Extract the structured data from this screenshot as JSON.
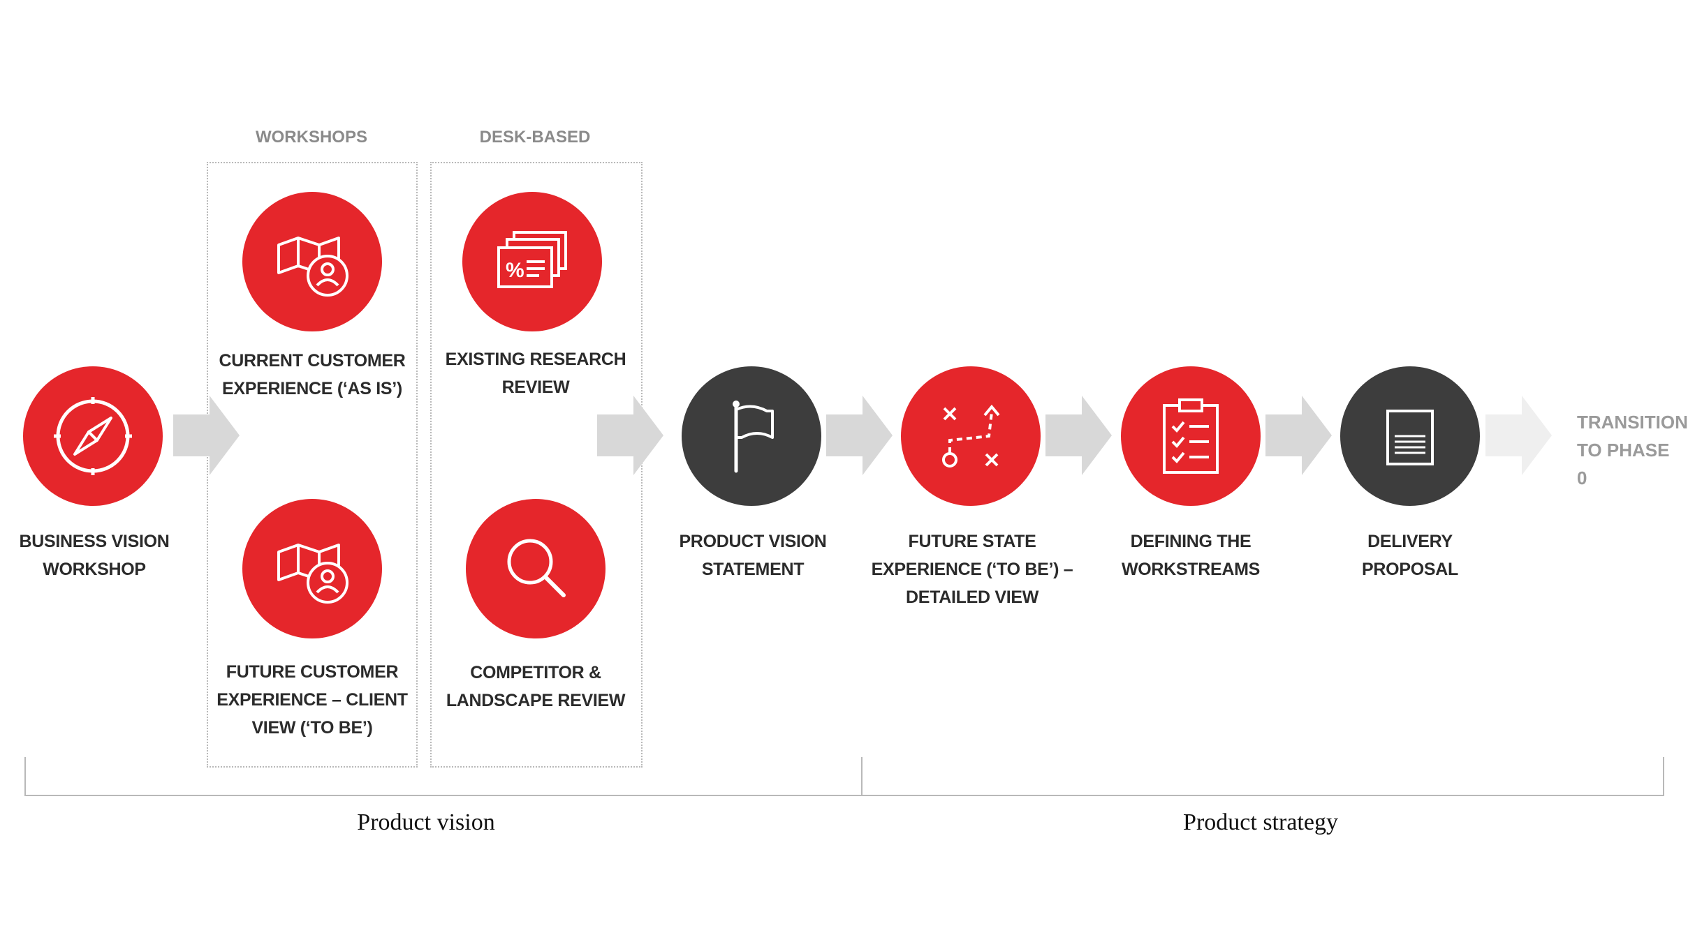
{
  "colors": {
    "accent_red": "#e5262b",
    "dark_circle": "#3d3d3d",
    "arrow_gray": "#d8d8d8",
    "arrow_faded": "#efefef",
    "muted_text": "#8a8a8a"
  },
  "groups": {
    "workshops": {
      "title": "WORKSHOPS"
    },
    "desk_based": {
      "title": "DESK-BASED"
    }
  },
  "steps": {
    "business_vision": {
      "label": "BUSINESS VISION\nWORKSHOP",
      "icon": "compass-icon"
    },
    "current_cx": {
      "label": "CURRENT CUSTOMER\nEXPERIENCE (‘AS IS’)",
      "icon": "map-person-icon"
    },
    "future_cx": {
      "label": "FUTURE CUSTOMER\nEXPERIENCE – CLIENT\nVIEW (‘TO BE’)",
      "icon": "map-person-icon"
    },
    "existing_research": {
      "label": "EXISTING RESEARCH\nREVIEW",
      "icon": "documents-percent-icon"
    },
    "competitor": {
      "label": "COMPETITOR &\nLANDSCAPE REVIEW",
      "icon": "magnifier-icon"
    },
    "product_vision": {
      "label": "PRODUCT VISION\nSTATEMENT",
      "icon": "flag-icon"
    },
    "future_state": {
      "label": "FUTURE STATE\nEXPERIENCE (‘TO BE’) –\nDETAILED VIEW",
      "icon": "strategy-play-icon"
    },
    "workstreams": {
      "label": "DEFINING THE\nWORKSTREAMS",
      "icon": "clipboard-checklist-icon"
    },
    "delivery": {
      "label": "DELIVERY\nPROPOSAL",
      "icon": "document-icon"
    }
  },
  "transition": {
    "label": "TRANSITION\nTO PHASE 0"
  },
  "phases": {
    "vision": {
      "label": "Product vision"
    },
    "strategy": {
      "label": "Product strategy"
    }
  }
}
